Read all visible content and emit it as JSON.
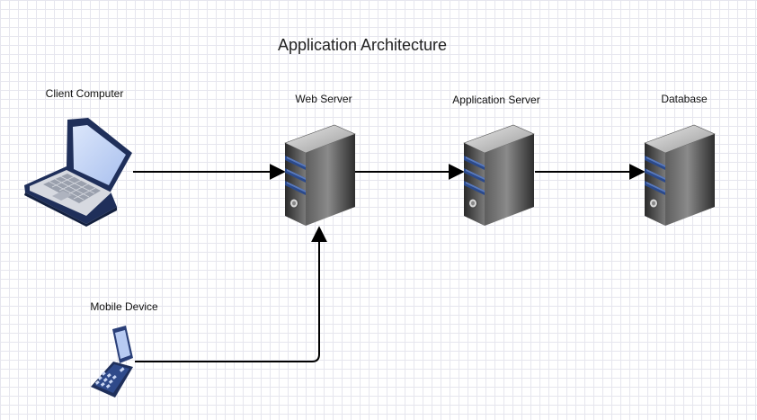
{
  "diagram": {
    "title": "Application Architecture",
    "nodes": {
      "client_computer": {
        "label": "Client Computer",
        "icon": "laptop-icon"
      },
      "web_server": {
        "label": "Web Server",
        "icon": "server-icon"
      },
      "application_server": {
        "label": "Application Server",
        "icon": "server-icon"
      },
      "database": {
        "label": "Database",
        "icon": "server-icon"
      },
      "mobile_device": {
        "label": "Mobile Device",
        "icon": "mobile-phone-icon"
      }
    },
    "edges": [
      {
        "from": "client_computer",
        "to": "web_server"
      },
      {
        "from": "mobile_device",
        "to": "web_server"
      },
      {
        "from": "web_server",
        "to": "application_server"
      },
      {
        "from": "application_server",
        "to": "database"
      }
    ],
    "colors": {
      "server_stripe": "#2b4a8c",
      "laptop_screen": "#bcd0f4",
      "laptop_body": "#1f2f5a",
      "arrow": "#000000"
    }
  }
}
